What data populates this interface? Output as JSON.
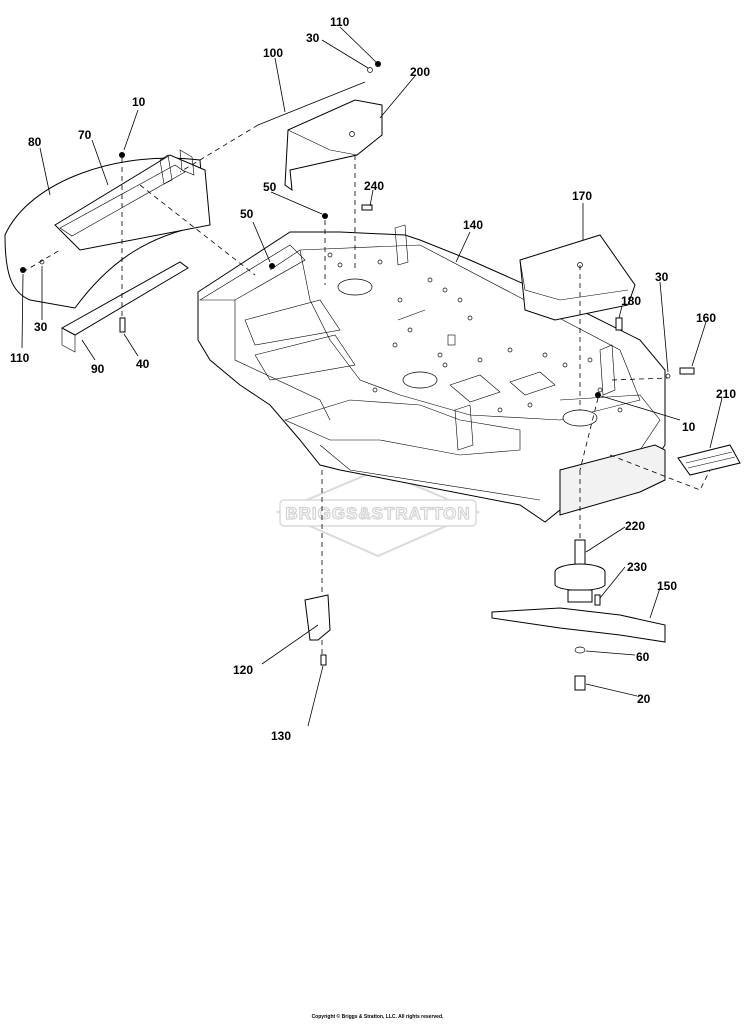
{
  "watermark": {
    "brand": "BRIGGS&STRATTON"
  },
  "callouts": {
    "c110_top": "110",
    "c30_top": "30",
    "c100": "100",
    "c200": "200",
    "c10_left": "10",
    "c70": "70",
    "c80": "80",
    "c50_a": "50",
    "c240": "240",
    "c50_b": "50",
    "c140": "140",
    "c170": "170",
    "c30_right": "30",
    "c180": "180",
    "c160": "160",
    "c110_left": "110",
    "c30_left": "30",
    "c90": "90",
    "c40": "40",
    "c210": "210",
    "c10_right": "10",
    "c220": "220",
    "c230": "230",
    "c150": "150",
    "c120": "120",
    "c60": "60",
    "c20": "20",
    "c130": "130"
  },
  "footer": {
    "copyright": "Copyright © Briggs & Stratton, LLC. All rights reserved."
  }
}
